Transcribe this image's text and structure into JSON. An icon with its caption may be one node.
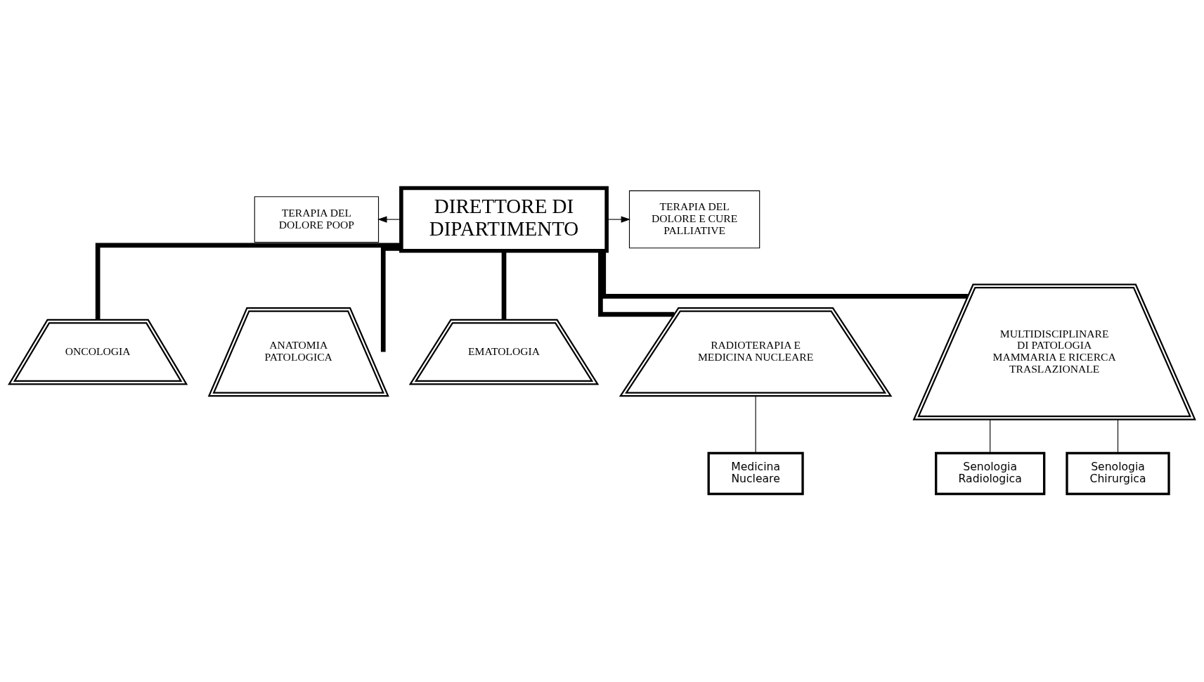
{
  "diagram": {
    "nodes": [
      {
        "text": [
          "DIRETTORE DI DIPARTIMENTO"
        ]
      },
      {
        "text": [
          "TERAPIA DEL DOLORE POOP"
        ]
      },
      {
        "text": [
          "TERAPIA DEL DOLORE E CURE PALLIATIVE"
        ]
      },
      {
        "text": [
          "ONCOLOGIA"
        ]
      },
      {
        "text": [
          "ANATOMIA PATOLOGICA"
        ]
      },
      {
        "text": [
          "EMATOLOGIA"
        ]
      },
      {
        "text": [
          "RADIOTERAPIA E MEDICINA NUCLEARE"
        ]
      },
      {
        "text": [
          "MULTIDISCIPLINARE DI PATOLOGIA MAMMARIA E RICERCA TRASLAZIONALE"
        ]
      },
      {
        "text": [
          "Medicina Nucleare"
        ]
      },
      {
        "text": [
          "Senologia Radiologica"
        ]
      },
      {
        "text": [
          "Senologia Chirurgica"
        ]
      }
    ],
    "edges": [
      {
        "from": 0,
        "to": 1,
        "arrow": "to"
      },
      {
        "from": 0,
        "to": 2,
        "arrow": "to"
      },
      {
        "from": 0,
        "to": 3,
        "arrow": "none",
        "style": "thick"
      },
      {
        "from": 0,
        "to": 4,
        "arrow": "none",
        "style": "thick"
      },
      {
        "from": 0,
        "to": 5,
        "arrow": "none",
        "style": "thick"
      },
      {
        "from": 0,
        "to": 6,
        "arrow": "none",
        "style": "thick"
      },
      {
        "from": 0,
        "to": 7,
        "arrow": "none",
        "style": "thick"
      },
      {
        "from": 6,
        "to": 8,
        "arrow": "none"
      },
      {
        "from": 7,
        "to": 9,
        "arrow": "none"
      },
      {
        "from": 7,
        "to": 10,
        "arrow": "none"
      }
    ]
  }
}
